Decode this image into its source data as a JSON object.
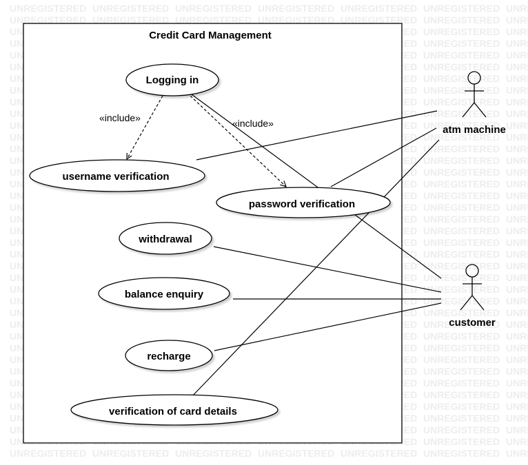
{
  "watermark": "UNREGISTERED",
  "system": {
    "title": "Credit Card Management"
  },
  "use_cases": {
    "logging_in": "Logging in",
    "username_verification": "username verification",
    "password_verification": "password verification",
    "withdrawal": "withdrawal",
    "balance_enquiry": "balance enquiry",
    "recharge": "recharge",
    "card_details": "verification of card details"
  },
  "actors": {
    "atm": "atm machine",
    "customer": "customer"
  },
  "relations": {
    "include_1": "«include»",
    "include_2": "«include»"
  }
}
